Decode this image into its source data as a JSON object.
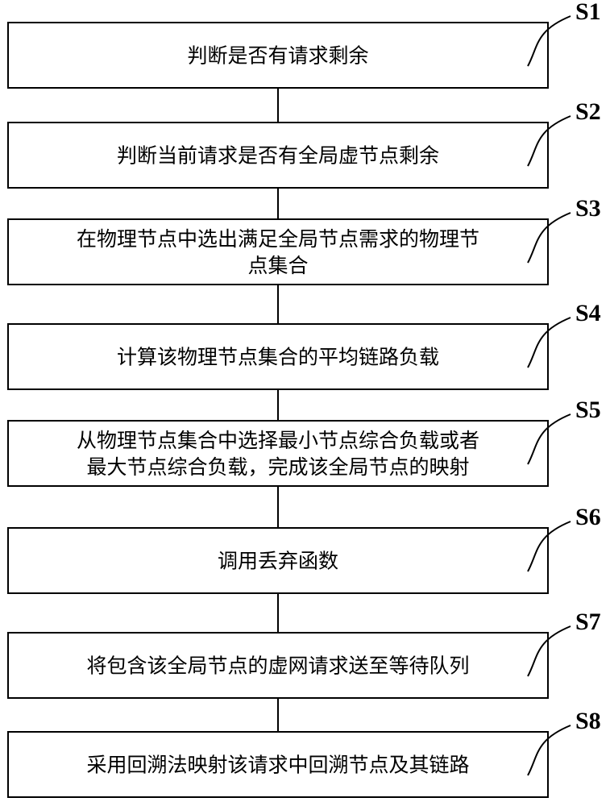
{
  "steps": [
    {
      "label": "S1",
      "lines": [
        "判断是否有请求剩余"
      ]
    },
    {
      "label": "S2",
      "lines": [
        "判断当前请求是否有全局虚节点剩余"
      ]
    },
    {
      "label": "S3",
      "lines": [
        "在物理节点中选出满足全局节点需求的物理节",
        "点集合"
      ]
    },
    {
      "label": "S4",
      "lines": [
        "计算该物理节点集合的平均链路负载"
      ]
    },
    {
      "label": "S5",
      "lines": [
        "从物理节点集合中选择最小节点综合负载或者",
        "最大节点综合负载，完成该全局节点的映射"
      ]
    },
    {
      "label": "S6",
      "lines": [
        "调用丢弃函数"
      ]
    },
    {
      "label": "S7",
      "lines": [
        "将包含该全局节点的虚网请求送至等待队列"
      ]
    },
    {
      "label": "S8",
      "lines": [
        "采用回溯法映射该请求中回溯节点及其链路"
      ]
    }
  ]
}
